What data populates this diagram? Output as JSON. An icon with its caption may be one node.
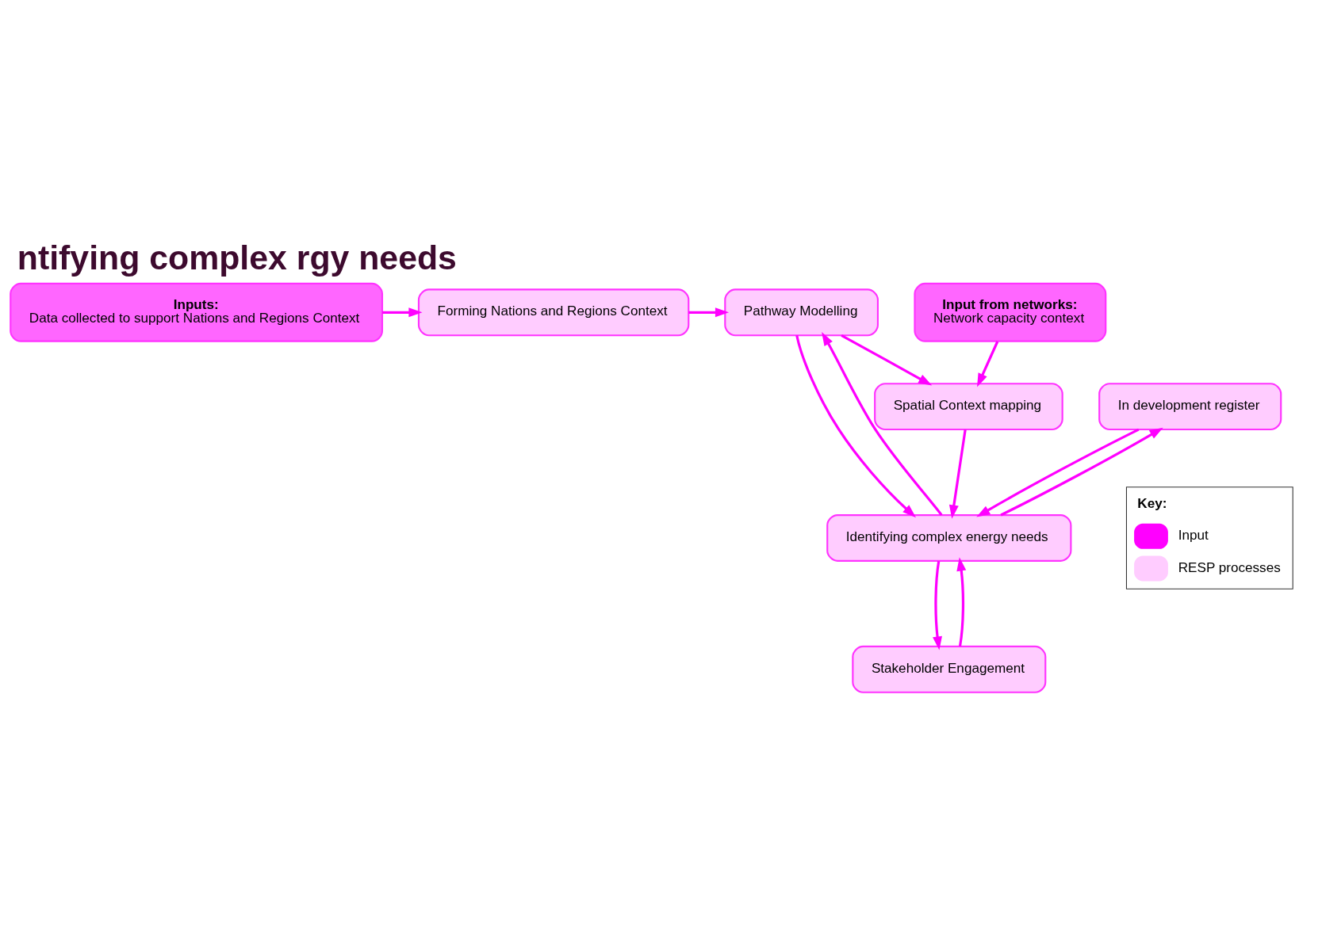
{
  "diagram": {
    "title": "ntifying complex rgy needs",
    "nodes": [
      {
        "text": [
          "Inputs:",
          "Data collected to support Nations and Regions Context"
        ]
      },
      {
        "text": [
          "Forming Nations and Regions Context"
        ]
      },
      {
        "text": [
          "In development register"
        ]
      },
      {
        "text": [
          "Pathway Modelling"
        ]
      },
      {
        "text": [
          "Input from networks:",
          "Network capacity context"
        ]
      },
      {
        "text": [
          "Spatial Context mapping"
        ]
      },
      {
        "text": [
          "Identifying complex energy needs"
        ]
      },
      {
        "text": [
          "Stakeholder Engagement"
        ]
      }
    ],
    "edges": [
      {
        "from": 0,
        "to": 1,
        "arrow": "to"
      },
      {
        "from": 1,
        "to": 3,
        "arrow": "to"
      },
      {
        "from": 3,
        "to": 6,
        "arrow": "to"
      },
      {
        "from": 6,
        "to": 3,
        "arrow": "to"
      },
      {
        "from": 4,
        "to": 5,
        "arrow": "to"
      },
      {
        "from": 3,
        "to": 5,
        "arrow": "to"
      },
      {
        "from": 5,
        "to": 6,
        "arrow": "to"
      },
      {
        "from": 6,
        "to": 2,
        "arrow": "to"
      },
      {
        "from": 2,
        "to": 6,
        "arrow": "to"
      },
      {
        "from": 6,
        "to": 7,
        "arrow": "to"
      },
      {
        "from": 7,
        "to": 6,
        "arrow": "to"
      }
    ],
    "labels": [
      "Key:"
    ],
    "legend": [
      {
        "text": "Input",
        "color": "#ff00ff"
      },
      {
        "text": "RESP processes",
        "color": "#ffccff"
      }
    ]
  }
}
